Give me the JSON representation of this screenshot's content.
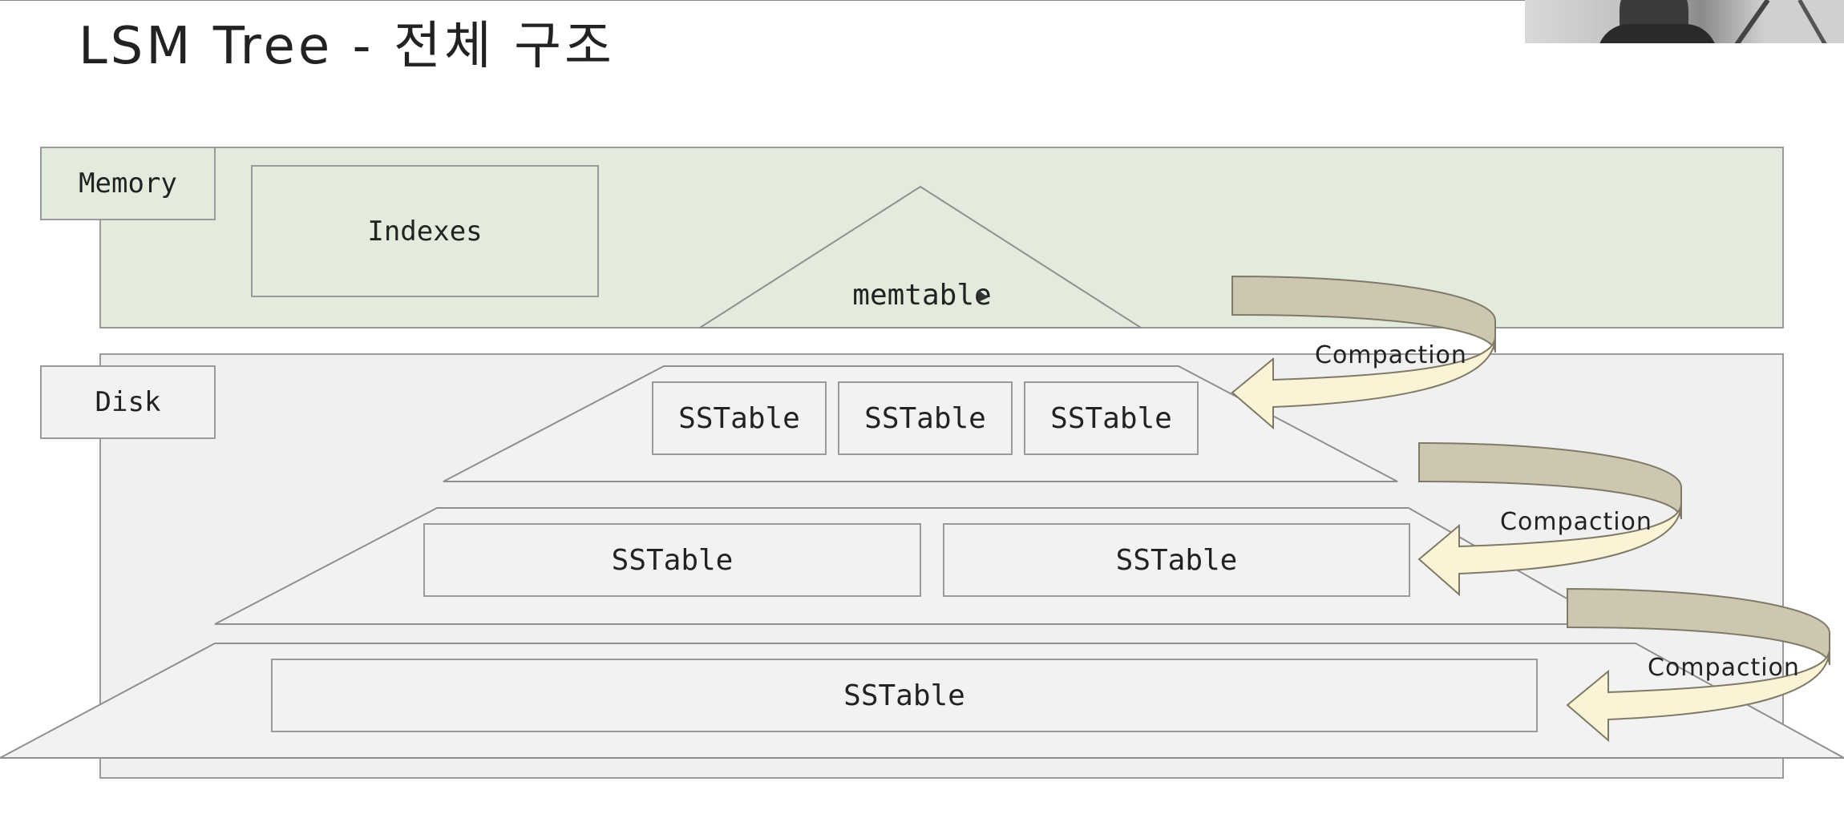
{
  "title": "LSM Tree - 전체 구조",
  "memory": {
    "label": "Memory",
    "indexes_label": "Indexes",
    "memtable_label": "memtable"
  },
  "disk": {
    "label": "Disk",
    "level0": [
      "SSTable",
      "SSTable",
      "SSTable"
    ],
    "level1": [
      "SSTable",
      "SSTable"
    ],
    "level2": [
      "SSTable"
    ]
  },
  "compaction_labels": [
    "Compaction",
    "Compaction",
    "Compaction"
  ],
  "colors": {
    "memory_bg": "#e3ecdc",
    "disk_bg": "#f0f0f0",
    "border": "#9a9a9a",
    "arrow_fill": "#faf3d6",
    "arrow_back": "#cdc6b0"
  }
}
